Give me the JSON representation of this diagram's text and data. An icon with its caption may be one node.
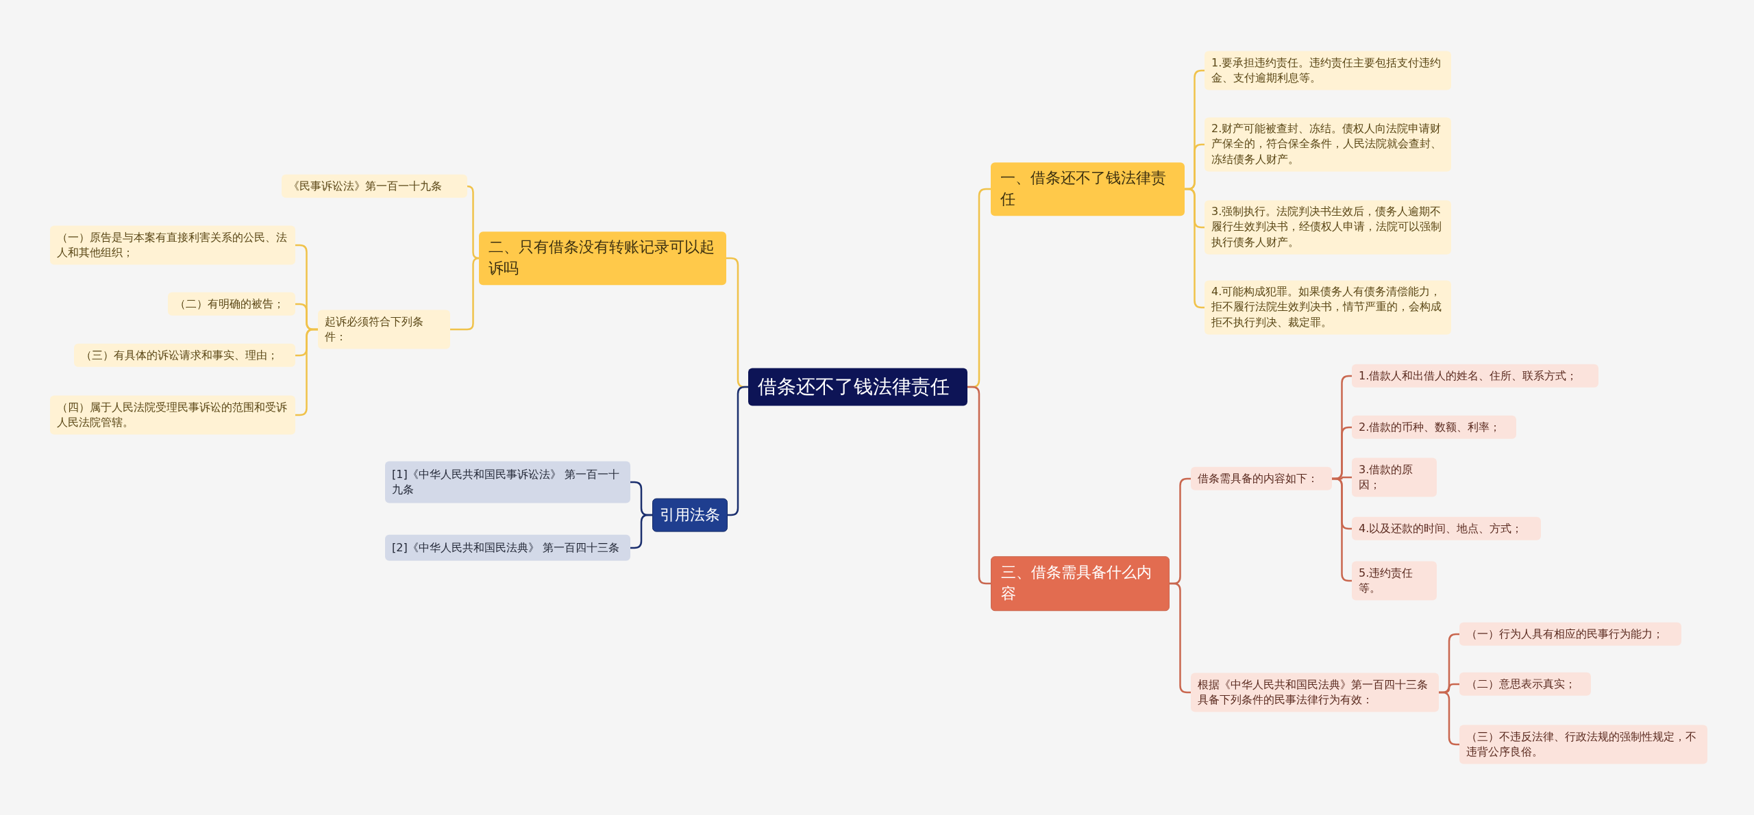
{
  "diagram": {
    "nodes": [
      {
        "text": [
          "借条还不了钱法律责任"
        ]
      },
      {
        "text": [
          "二、只有借条没有转账记录可以起诉吗"
        ]
      },
      {
        "text": [
          "《民事诉讼法》第一百一十九条"
        ]
      },
      {
        "text": [
          "起诉必须符合下列条件："
        ]
      },
      {
        "text": [
          "（一）原告是与本案有直接利害关系的公民、法人和其他组织；"
        ]
      },
      {
        "text": [
          "（二）有明确的被告；"
        ]
      },
      {
        "text": [
          "（三）有具体的诉讼请求和事实、理由；"
        ]
      },
      {
        "text": [
          "（四）属于人民法院受理民事诉讼的范围和受诉人民法院管辖。"
        ]
      },
      {
        "text": [
          "引用法条"
        ]
      },
      {
        "text": [
          "[1]《中华人民共和国民事诉讼法》 第一百一十九条"
        ]
      },
      {
        "text": [
          "[2]《中华人民共和国民法典》 第一百四十三条"
        ]
      },
      {
        "text": [
          "一、借条还不了钱法律责任"
        ]
      },
      {
        "text": [
          "1.要承担违约责任。违约责任主要包括支付违约金、支付逾期利息等。"
        ]
      },
      {
        "text": [
          "2.财产可能被查封、冻结。债权人向法院申请财产保全的，符合保全条件，人民法院就会查封、冻结债务人财产。"
        ]
      },
      {
        "text": [
          "3.强制执行。法院判决书生效后，债务人逾期不履行生效判决书，经债权人申请，法院可以强制执行债务人财产。"
        ]
      },
      {
        "text": [
          "4.可能构成犯罪。如果债务人有债务清偿能力，拒不履行法院生效判决书，情节严重的，会构成拒不执行判决、裁定罪。"
        ]
      },
      {
        "text": [
          "三、借条需具备什么内容"
        ]
      },
      {
        "text": [
          "借条需具备的内容如下："
        ]
      },
      {
        "text": [
          "1.借款人和出借人的姓名、住所、联系方式；"
        ]
      },
      {
        "text": [
          "2.借款的币种、数额、利率；"
        ]
      },
      {
        "text": [
          "3.借款的原因；"
        ]
      },
      {
        "text": [
          "4.以及还款的时间、地点、方式；"
        ]
      },
      {
        "text": [
          "5.违约责任等。"
        ]
      },
      {
        "text": [
          "根据《中华人民共和国民法典》第一百四十三条具备下列条件的民事法律行为有效："
        ]
      },
      {
        "text": [
          "（一）行为人具有相应的民事行为能力；"
        ]
      },
      {
        "text": [
          "（二）意思表示真实；"
        ]
      },
      {
        "text": [
          "（三）不违反法律、行政法规的强制性规定，不违背公序良俗。"
        ]
      }
    ],
    "edges": [
      {
        "from": 0,
        "to": 1,
        "arrow": "none"
      },
      {
        "from": 1,
        "to": 2,
        "arrow": "none"
      },
      {
        "from": 1,
        "to": 3,
        "arrow": "none"
      },
      {
        "from": 3,
        "to": 4,
        "arrow": "none"
      },
      {
        "from": 3,
        "to": 5,
        "arrow": "none"
      },
      {
        "from": 3,
        "to": 6,
        "arrow": "none"
      },
      {
        "from": 3,
        "to": 7,
        "arrow": "none"
      },
      {
        "from": 0,
        "to": 8,
        "arrow": "none",
        "color": "#1b2f6e"
      },
      {
        "from": 8,
        "to": 9,
        "arrow": "none",
        "color": "#1b2f6e"
      },
      {
        "from": 8,
        "to": 10,
        "arrow": "none",
        "color": "#1b2f6e"
      },
      {
        "from": 0,
        "to": 11,
        "arrow": "none"
      },
      {
        "from": 11,
        "to": 12,
        "arrow": "none"
      },
      {
        "from": 11,
        "to": 13,
        "arrow": "none"
      },
      {
        "from": 11,
        "to": 14,
        "arrow": "none"
      },
      {
        "from": 11,
        "to": 15,
        "arrow": "none"
      },
      {
        "from": 0,
        "to": 16,
        "arrow": "none",
        "color": "#c9674f"
      },
      {
        "from": 16,
        "to": 17,
        "arrow": "none",
        "color": "#c9674f"
      },
      {
        "from": 17,
        "to": 18,
        "arrow": "none",
        "color": "#c9674f"
      },
      {
        "from": 17,
        "to": 19,
        "arrow": "none",
        "color": "#c9674f"
      },
      {
        "from": 17,
        "to": 20,
        "arrow": "none",
        "color": "#c9674f"
      },
      {
        "from": 17,
        "to": 21,
        "arrow": "none",
        "color": "#c9674f"
      },
      {
        "from": 17,
        "to": 22,
        "arrow": "none",
        "color": "#c9674f"
      },
      {
        "from": 16,
        "to": 23,
        "arrow": "none",
        "color": "#c9674f"
      },
      {
        "from": 23,
        "to": 24,
        "arrow": "none",
        "color": "#c9674f"
      },
      {
        "from": 23,
        "to": 25,
        "arrow": "none",
        "color": "#c9674f"
      },
      {
        "from": 23,
        "to": 26,
        "arrow": "none",
        "color": "#c9674f"
      }
    ]
  }
}
